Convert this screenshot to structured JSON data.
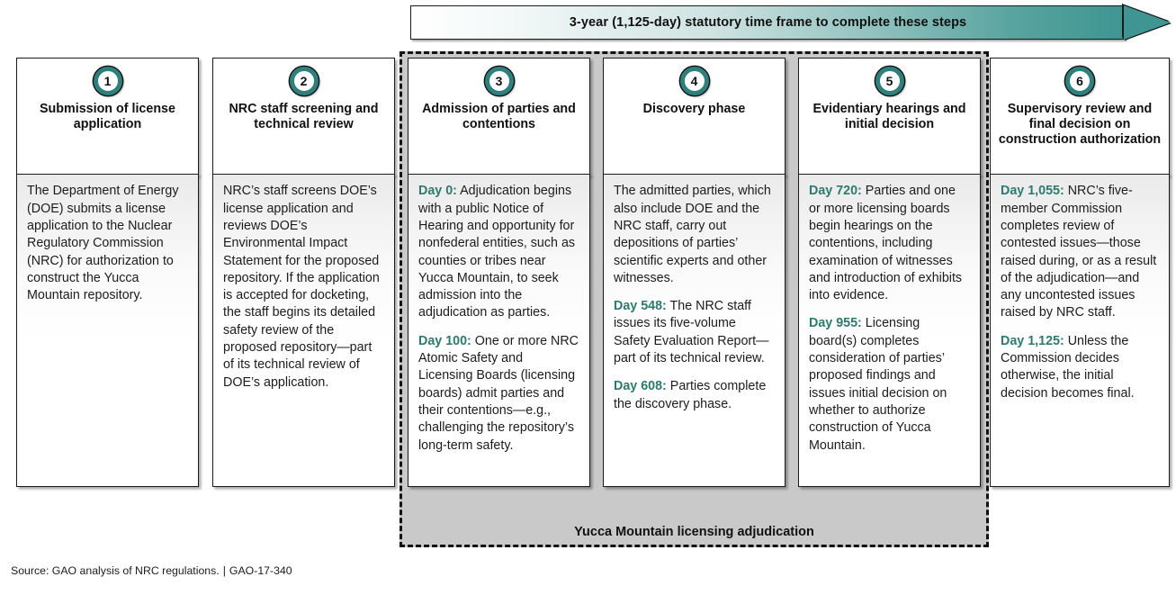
{
  "banner": {
    "label": "3-year (1,125-day) statutory time frame to complete these steps"
  },
  "adjudication": {
    "label": "Yucca Mountain licensing adjudication"
  },
  "colors": {
    "accent_teal": "#3e9591",
    "badge_ring": "#2f7f7c",
    "day_label": "#2e7a6f",
    "container_fill": "#c9c9c9"
  },
  "steps": [
    {
      "number": "1",
      "title": "Submission of license application",
      "paragraphs": [
        {
          "day": "",
          "text": "The Department of Energy (DOE) submits a license application to the Nuclear Regulatory Commission (NRC) for authorization to construct the Yucca Mountain repository."
        }
      ]
    },
    {
      "number": "2",
      "title": "NRC staff screening and technical review",
      "paragraphs": [
        {
          "day": "",
          "text": "NRC’s staff screens DOE’s license application and reviews DOE’s Environmental Impact Statement for the proposed repository. If the application is accepted for docketing, the staff begins its detailed safety review of the proposed repository—part of its technical review of DOE’s application."
        }
      ]
    },
    {
      "number": "3",
      "title": "Admission of parties and contentions",
      "paragraphs": [
        {
          "day": "Day 0:",
          "text": " Adjudication begins with a public Notice of Hearing and opportunity for nonfederal entities, such as counties or tribes near Yucca Mountain, to seek admission into the adjudication as parties."
        },
        {
          "day": "Day 100:",
          "text": " One or more NRC Atomic Safety and Licensing Boards (licensing boards) admit parties and their contentions—e.g., challenging the repository’s long-term safety."
        }
      ]
    },
    {
      "number": "4",
      "title": "Discovery phase",
      "paragraphs": [
        {
          "day": "",
          "text": "The admitted parties, which also include DOE and the NRC staff, carry out depositions of parties’ scientific experts and other witnesses."
        },
        {
          "day": "Day 548:",
          "text": " The NRC staff issues its five-volume Safety Evaluation Report—part of its technical review."
        },
        {
          "day": "Day 608:",
          "text": " Parties complete the discovery phase."
        }
      ]
    },
    {
      "number": "5",
      "title": "Evidentiary hearings and initial decision",
      "paragraphs": [
        {
          "day": "Day 720:",
          "text": " Parties and one or more licensing boards begin hearings on the contentions, including examination of witnesses and introduction of exhibits into evidence."
        },
        {
          "day": "Day 955:",
          "text": " Licensing board(s) completes consideration of parties’ proposed findings and issues initial decision on whether to authorize construction of Yucca Mountain."
        }
      ]
    },
    {
      "number": "6",
      "title": "Supervisory review and final decision on construction authorization",
      "paragraphs": [
        {
          "day": "Day 1,055:",
          "text": " NRC’s five-member Commission completes review of contested issues—those raised during, or as a result of the adjudication—and any uncontested issues raised by NRC staff."
        },
        {
          "day": "Day 1,125:",
          "text": " Unless the Commission decides otherwise, the initial decision becomes final."
        }
      ]
    }
  ],
  "source": {
    "text": "Source: GAO analysis of NRC regulations.",
    "separator": "|",
    "report_id": "GAO-17-340"
  }
}
